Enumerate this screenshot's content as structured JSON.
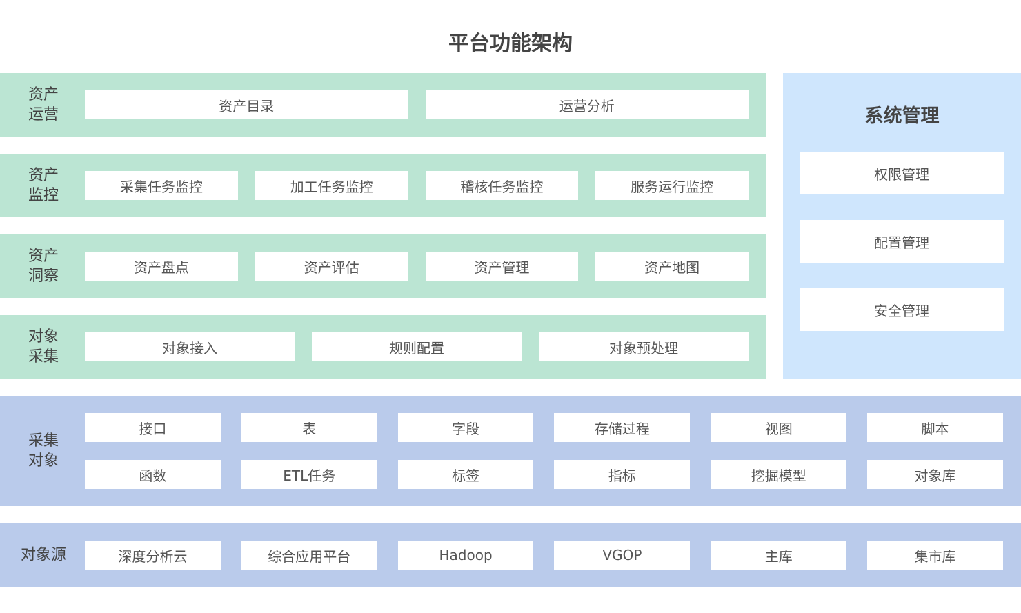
{
  "title": "平台功能架构",
  "layers": [
    {
      "label1": "资产",
      "label2": "运营",
      "items": [
        "资产目录",
        "运营分析"
      ]
    },
    {
      "label1": "资产",
      "label2": "监控",
      "items": [
        "采集任务监控",
        "加工任务监控",
        "稽核任务监控",
        "服务运行监控"
      ]
    },
    {
      "label1": "资产",
      "label2": "洞察",
      "items": [
        "资产盘点",
        "资产评估",
        "资产管理",
        "资产地图"
      ]
    },
    {
      "label1": "对象",
      "label2": "采集",
      "items": [
        "对象接入",
        "规则配置",
        "对象预处理"
      ]
    }
  ],
  "system": {
    "title": "系统管理",
    "items": [
      "权限管理",
      "配置管理",
      "安全管理"
    ]
  },
  "collect": {
    "label1": "采集",
    "label2": "对象",
    "row1": [
      "接口",
      "表",
      "字段",
      "存储过程",
      "视图",
      "脚本"
    ],
    "row2": [
      "函数",
      "ETL任务",
      "标签",
      "指标",
      "挖掘模型",
      "对象库"
    ]
  },
  "source": {
    "label": "对象源",
    "items": [
      "深度分析云",
      "综合应用平台",
      "Hadoop",
      "VGOP",
      "主库",
      "集市库"
    ]
  }
}
